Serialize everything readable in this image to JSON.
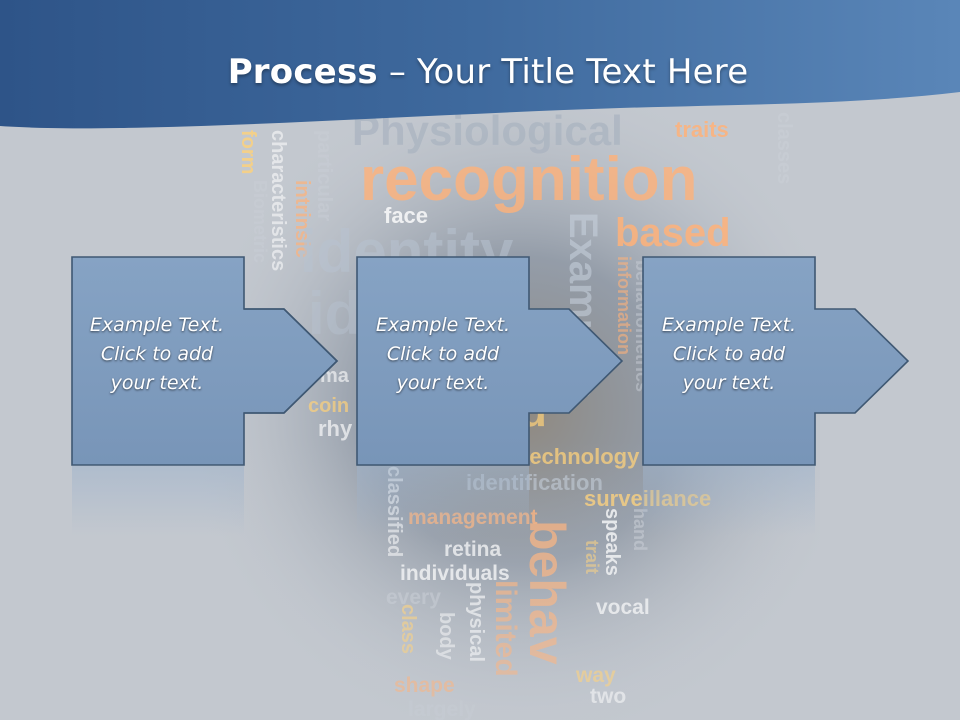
{
  "slide": {
    "title_bold": "Process",
    "title_rest": " – Your Title Text Here"
  },
  "steps": [
    {
      "line1": "Example Text.",
      "line2": "Click  to add",
      "line3": "your text."
    },
    {
      "line1": "Example Text.",
      "line2": "Click  to add",
      "line3": "your text."
    },
    {
      "line1": "Example Text.",
      "line2": "Click  to add",
      "line3": "your text."
    }
  ],
  "background_words": [
    "Physiological",
    "traits",
    "classes",
    "recognition",
    "form",
    "characteristics",
    "intrinsic",
    "particular",
    "Biometric",
    "face",
    "identity",
    "based",
    "Examples",
    "information",
    "behaviometrics",
    "ma",
    "coin",
    "rhy",
    "d",
    "technology",
    "identification",
    "surveillance",
    "classified",
    "management",
    "speaks",
    "hand",
    "trait",
    "retina",
    "individuals",
    "behav",
    "every",
    "physical",
    "limited",
    "vocal",
    "class",
    "body",
    "way",
    "shape",
    "two",
    "largely"
  ],
  "colors": {
    "header": "#2e5a8f",
    "box_fill": "#7f9dbf",
    "box_stroke": "#3f5873",
    "word_orange": "#ffb27a",
    "word_yellow": "#ffd27a",
    "word_white": "#ffffff"
  }
}
